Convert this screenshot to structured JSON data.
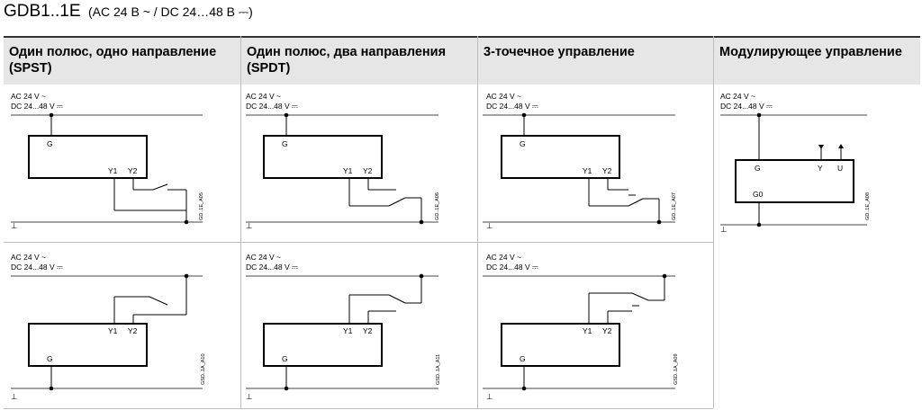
{
  "title": {
    "model": "GDB1..1E",
    "supply": "(AC 24 В ~ / DC 24…48 В ⎓)"
  },
  "headers": {
    "col1": "Один полюс, одно направление (SPST)",
    "col2": "Один полюс, два направления (SPDT)",
    "col3": "3-точечное управление",
    "col4": "Модулирующее управление"
  },
  "labels": {
    "ac": "AC 24 V ~",
    "dc": "DC 24...48 V ⎓",
    "ground": "⊥",
    "g": "G",
    "g0": "G0",
    "y1": "Y1",
    "y2": "Y2",
    "y": "Y",
    "u": "U"
  },
  "codes": {
    "a05": "GD..1E_A05",
    "a06": "GD..1E_A06",
    "a07": "GD..1E_A07",
    "a08": "GD..1E_A08",
    "a10": "GSD..1A_A10",
    "a11": "GSD..1A_A11",
    "a09": "GSD..1A_A09"
  }
}
